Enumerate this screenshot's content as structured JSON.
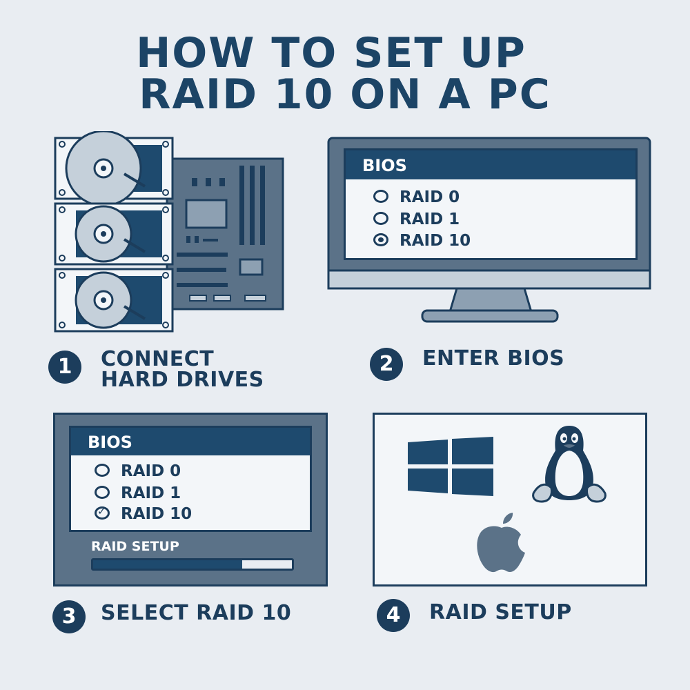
{
  "title": {
    "line1": "HOW TO SET UP",
    "line2": "RAID 10 ON A PC"
  },
  "steps": [
    {
      "number": "1",
      "label_line1": "CONNECT",
      "label_line2": "HARD DRIVES"
    },
    {
      "number": "2",
      "label": "ENTER BIOS"
    },
    {
      "number": "3",
      "label": "SELECT RAID 10"
    },
    {
      "number": "4",
      "label": "RAID SETUP"
    }
  ],
  "bios_monitor": {
    "header": "BIOS",
    "options": [
      "RAID 0",
      "RAID 1",
      "RAID 10"
    ]
  },
  "bios_select": {
    "header": "BIOS",
    "options": [
      "RAID 0",
      "RAID 1",
      "RAID 10"
    ],
    "selected": "RAID 10",
    "progress_label": "RAID SETUP",
    "progress": 0.75
  },
  "os_icons": [
    "windows-logo",
    "linux-tux-logo",
    "apple-logo"
  ],
  "colors": {
    "navy": "#1c3d5c",
    "header_blue": "#1e4a6e",
    "slate": "#5b7288",
    "light_slate": "#c5d0da",
    "background": "#e9edf2"
  }
}
